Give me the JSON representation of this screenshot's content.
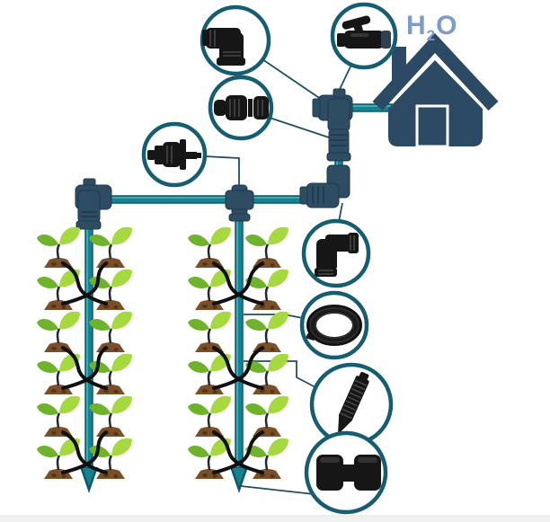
{
  "h2o": {
    "h": "H",
    "sub": "2",
    "o": "O"
  },
  "colors": {
    "pipe": "#17818f",
    "pipe_dark": "#0b5a68",
    "pipe_light": "#45b0bd",
    "fitting": "#2e4d63",
    "house": "#2c4a63",
    "circle_stroke": "#175d72",
    "leader": "#1f4f63",
    "h2o_text": "#7d9cc9",
    "leaf_light": "#a5d93f",
    "leaf_dark": "#6fb32c",
    "soil": "#7a4e27",
    "soil_dark": "#55351a",
    "stem": "#232a2e",
    "tube": "#101010",
    "footer_bar": "#f1f1f1"
  },
  "icons": [
    "house-icon",
    "elbow-fitting-icon",
    "ball-valve-icon",
    "quick-coupler-icon",
    "inline-dripper-icon",
    "barbed-elbow-icon",
    "tubing-coil-icon",
    "spike-dripper-icon",
    "tee-fitting-icon",
    "plant-sprout-icon",
    "ground-spike-icon"
  ],
  "garden": {
    "drip_lines": 2,
    "plant_rows_per_line": 6,
    "plants_per_row": 2,
    "total_plants": 24,
    "callout_count": 8
  }
}
